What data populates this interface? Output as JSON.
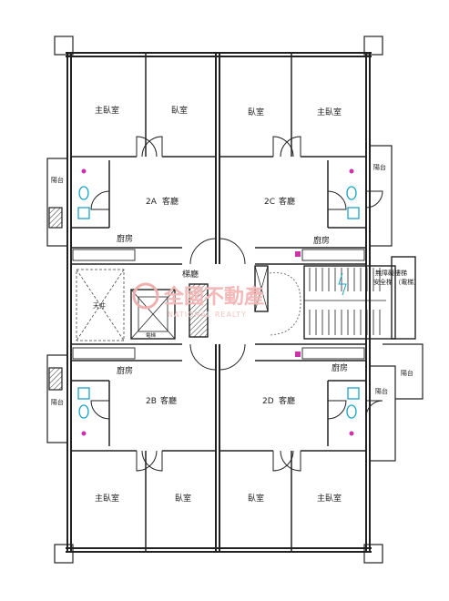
{
  "rooms": {
    "top_left_master": "主臥室",
    "top_left_bed": "臥室",
    "top_right_bed": "臥室",
    "top_right_master": "主臥室",
    "unit_2a": "2A",
    "living_2a": "客廳",
    "unit_2c": "2C",
    "living_2c": "客廳",
    "kitchen_2a": "廚房",
    "kitchen_2c": "廚房",
    "balcony_left_top": "陽台",
    "balcony_right_top": "陽台",
    "stair_hall": "梯廳",
    "stair_label": "無障礙樓梯",
    "stair_note": "安全梯 （電梯）",
    "light_well": "天井",
    "kitchen_2b": "廚房",
    "kitchen_2d": "廚房",
    "unit_2b": "2B",
    "living_2b": "客廳",
    "unit_2d": "2D",
    "living_2d": "客廳",
    "balcony_left_bottom": "陽台",
    "balcony_right_bottom": "陽台",
    "balcony_right_outer": "陽台",
    "bottom_left_master": "主臥室",
    "bottom_left_bed": "臥室",
    "bottom_right_bed": "臥室",
    "bottom_right_master": "主臥室"
  },
  "elevator_label": "電梯",
  "watermark": {
    "text": "全國不動產",
    "sub": "NATIONAL REALTY"
  },
  "colors": {
    "wall": "#222222",
    "fixture": "#1aa3c8",
    "marker": "#cc33aa",
    "watermark": "#e87878"
  }
}
